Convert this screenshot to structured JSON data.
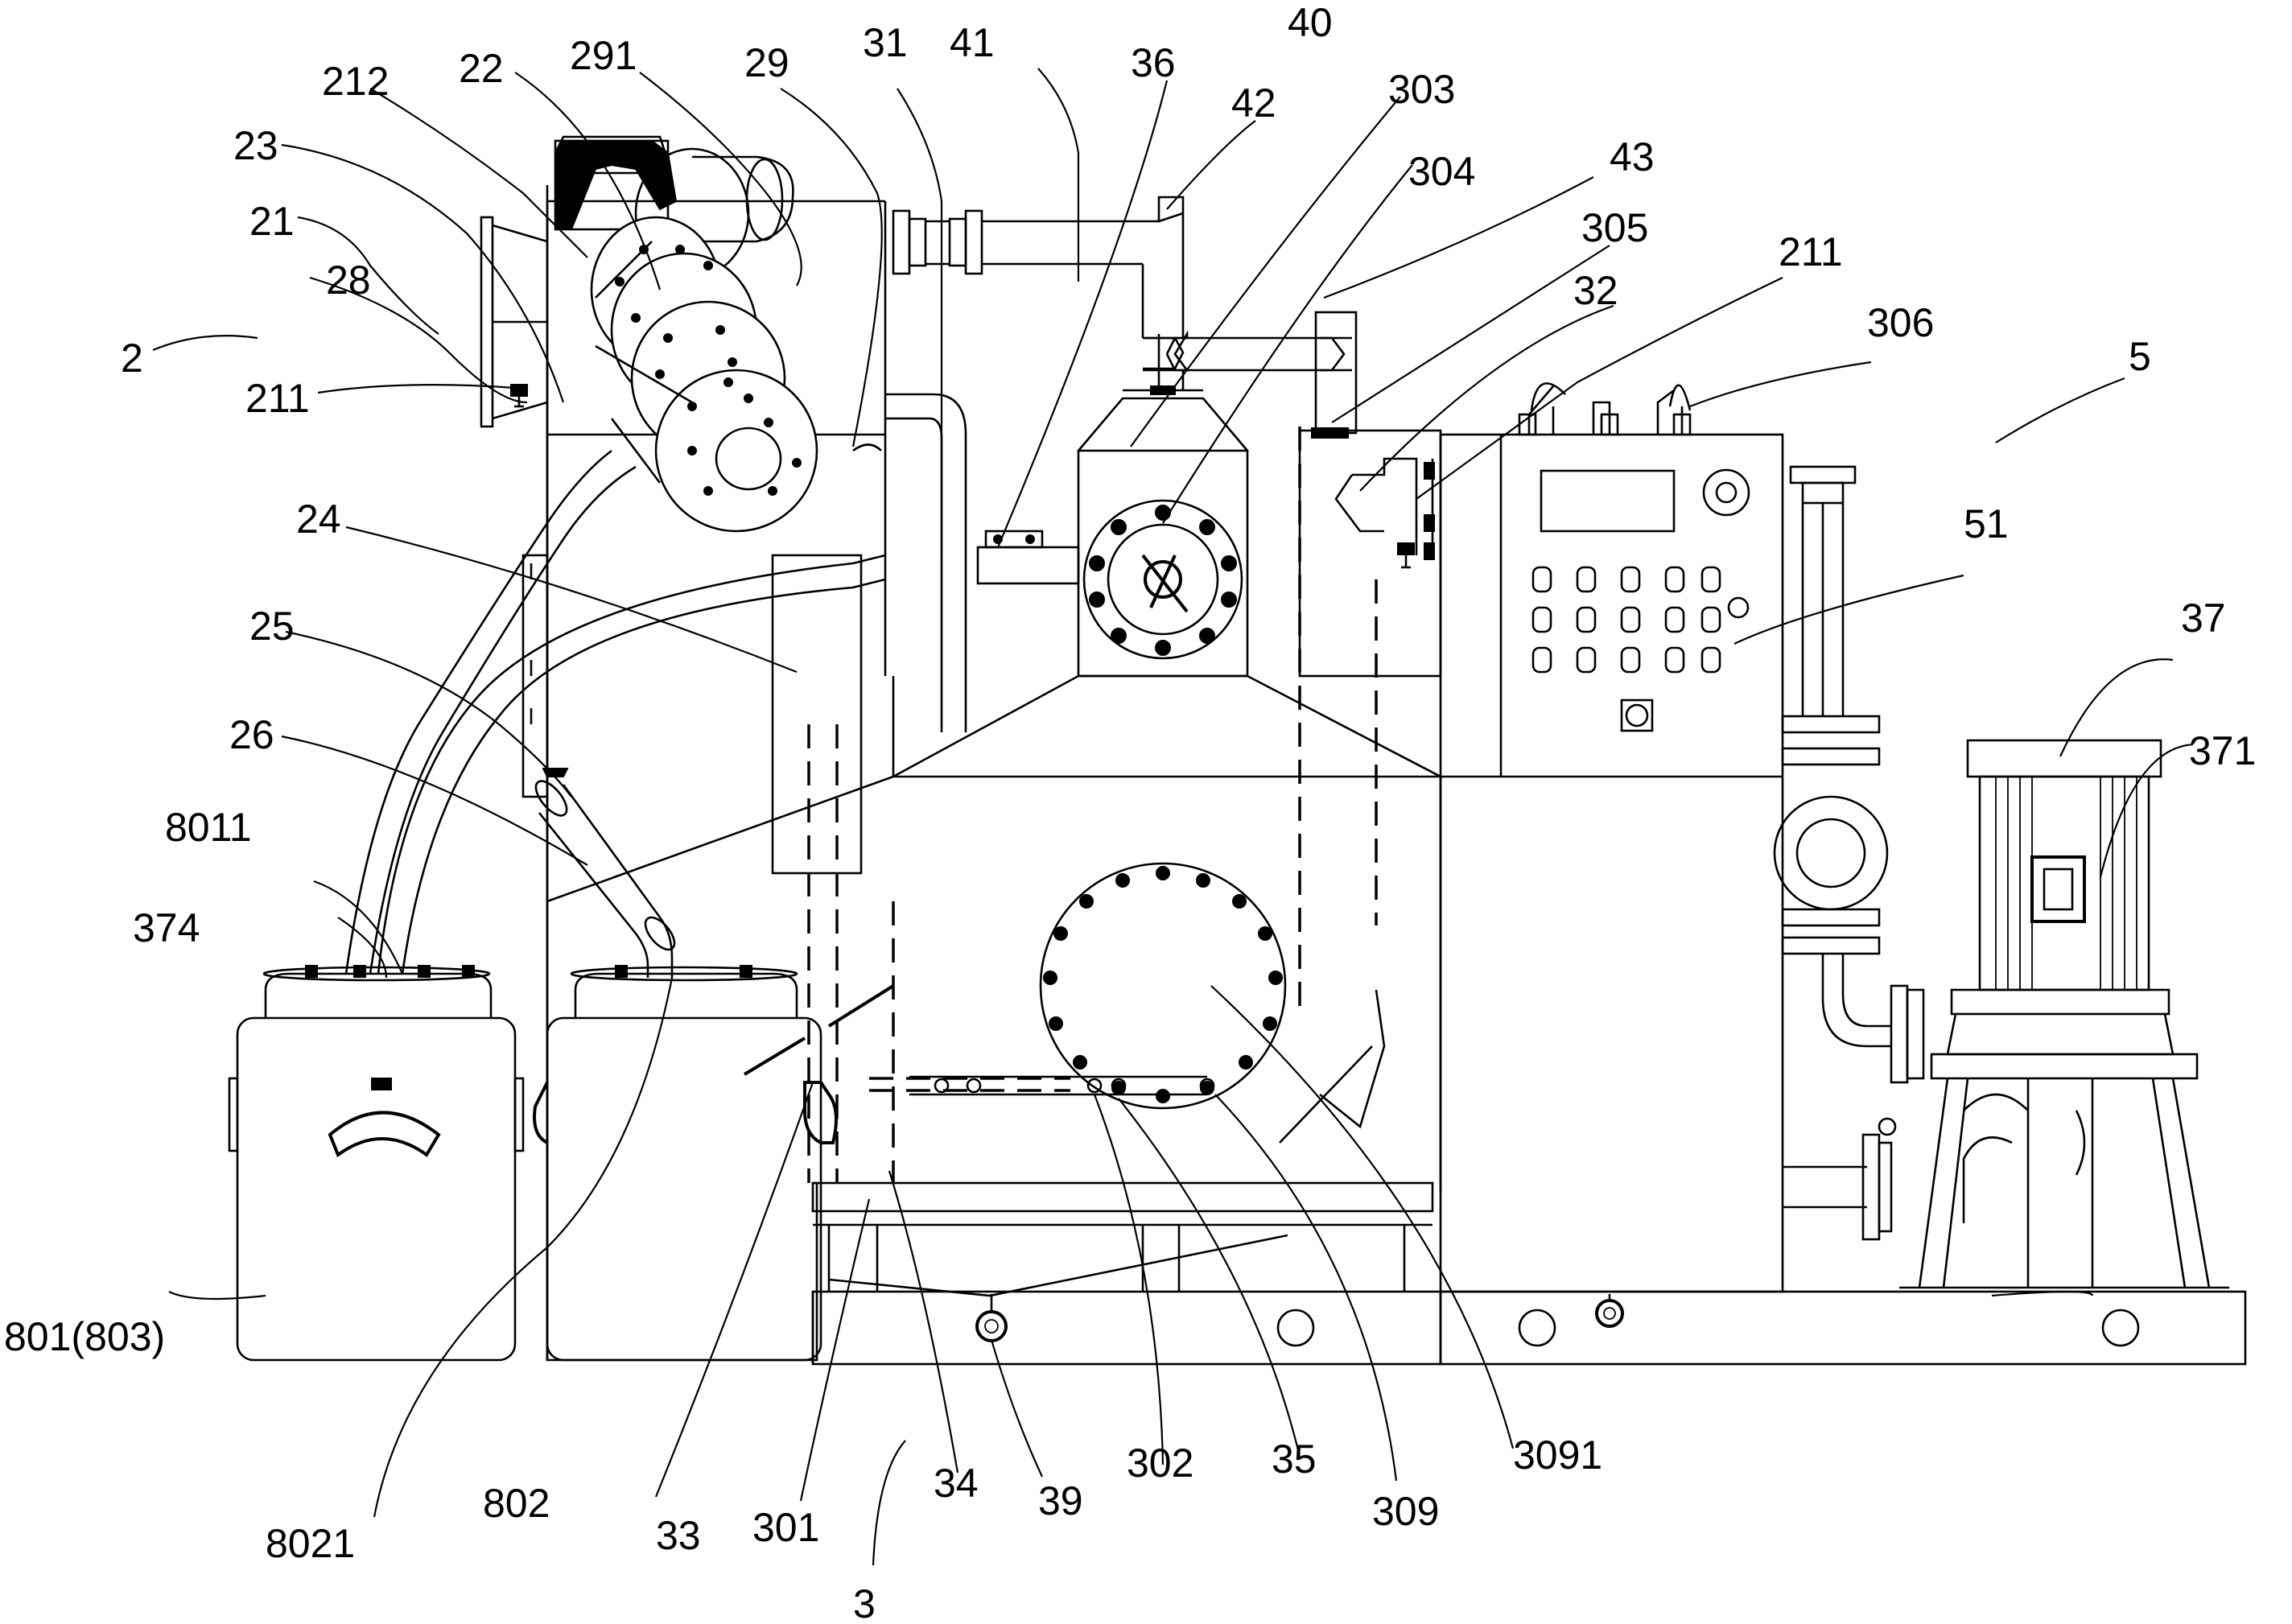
{
  "labels": [
    {
      "key": "l_2",
      "text": "2"
    },
    {
      "key": "l_21",
      "text": "21"
    },
    {
      "key": "l_211a",
      "text": "211"
    },
    {
      "key": "l_211b",
      "text": "211"
    },
    {
      "key": "l_212",
      "text": "212"
    },
    {
      "key": "l_22",
      "text": "22"
    },
    {
      "key": "l_23",
      "text": "23"
    },
    {
      "key": "l_24",
      "text": "24"
    },
    {
      "key": "l_25",
      "text": "25"
    },
    {
      "key": "l_26",
      "text": "26"
    },
    {
      "key": "l_28",
      "text": "28"
    },
    {
      "key": "l_29",
      "text": "29"
    },
    {
      "key": "l_291",
      "text": "291"
    },
    {
      "key": "l_3",
      "text": "3"
    },
    {
      "key": "l_301",
      "text": "301"
    },
    {
      "key": "l_302",
      "text": "302"
    },
    {
      "key": "l_303",
      "text": "303"
    },
    {
      "key": "l_304",
      "text": "304"
    },
    {
      "key": "l_305",
      "text": "305"
    },
    {
      "key": "l_306",
      "text": "306"
    },
    {
      "key": "l_309",
      "text": "309"
    },
    {
      "key": "l_3091",
      "text": "3091"
    },
    {
      "key": "l_31",
      "text": "31"
    },
    {
      "key": "l_32",
      "text": "32"
    },
    {
      "key": "l_33",
      "text": "33"
    },
    {
      "key": "l_34",
      "text": "34"
    },
    {
      "key": "l_35",
      "text": "35"
    },
    {
      "key": "l_36",
      "text": "36"
    },
    {
      "key": "l_37",
      "text": "37"
    },
    {
      "key": "l_371",
      "text": "371"
    },
    {
      "key": "l_374",
      "text": "374"
    },
    {
      "key": "l_39",
      "text": "39"
    },
    {
      "key": "l_40",
      "text": "40"
    },
    {
      "key": "l_41",
      "text": "41"
    },
    {
      "key": "l_42",
      "text": "42"
    },
    {
      "key": "l_43",
      "text": "43"
    },
    {
      "key": "l_5",
      "text": "5"
    },
    {
      "key": "l_51",
      "text": "51"
    },
    {
      "key": "l_801",
      "text": "801(803)"
    },
    {
      "key": "l_8011",
      "text": "8011"
    },
    {
      "key": "l_802",
      "text": "802"
    },
    {
      "key": "l_8021",
      "text": "8021"
    }
  ]
}
